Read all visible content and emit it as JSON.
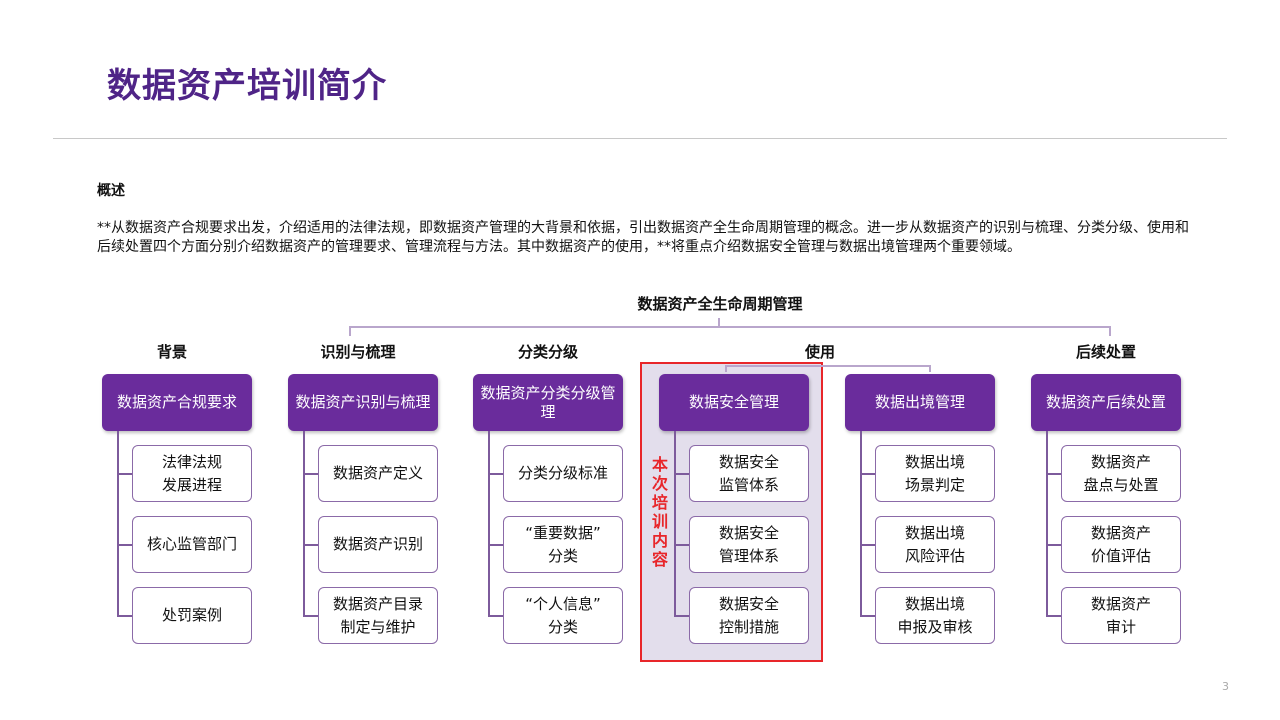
{
  "title": "数据资产培训简介",
  "overview": {
    "label": "概述",
    "text": "**从数据资产合规要求出发，介绍适用的法律法规，即数据资产管理的大背景和依据，引出数据资产全生命周期管理的概念。进一步从数据资产的识别与梳理、分类分级、使用和后续处置四个方面分别介绍数据资产的管理要求、管理流程与方法。其中数据资产的使用，**将重点介绍数据安全管理与数据出境管理两个重要领域。"
  },
  "diagram": {
    "lifecycle_title": "数据资产全生命周期管理",
    "focus_label": "本次培训内容",
    "headings": [
      "背景",
      "识别与梳理",
      "分类分级",
      "使用",
      "后续处置"
    ],
    "columns": [
      {
        "header": "数据资产合规要求",
        "items": [
          "法律法规\n发展进程",
          "核心监管部门",
          "处罚案例"
        ]
      },
      {
        "header": "数据资产识别与梳理",
        "items": [
          "数据资产定义",
          "数据资产识别",
          "数据资产目录\n制定与维护"
        ]
      },
      {
        "header": "数据资产分类分级管理",
        "items": [
          "分类分级标准",
          "“重要数据”\n分类",
          "“个人信息”\n分类"
        ]
      },
      {
        "header": "数据安全管理",
        "items": [
          "数据安全\n监管体系",
          "数据安全\n管理体系",
          "数据安全\n控制措施"
        ]
      },
      {
        "header": "数据出境管理",
        "items": [
          "数据出境\n场景判定",
          "数据出境\n风险评估",
          "数据出境\n申报及审核"
        ]
      },
      {
        "header": "数据资产后续处置",
        "items": [
          "数据资产\n盘点与处置",
          "数据资产\n价值评估",
          "数据资产\n审计"
        ]
      }
    ]
  },
  "page_number": "3",
  "colors": {
    "primary": "#6a2c9c",
    "title": "#4f2487",
    "highlight": "#e8262a"
  }
}
